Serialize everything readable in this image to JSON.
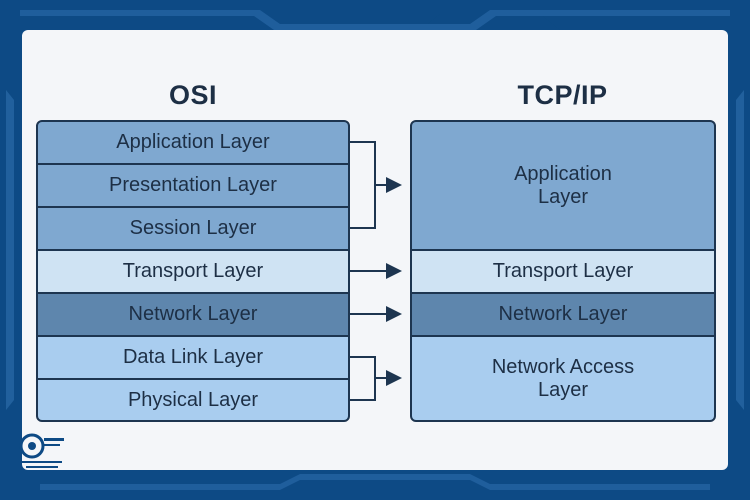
{
  "osi": {
    "title": "OSI",
    "layers": [
      {
        "label": "Application Layer",
        "color": "#7fa8d0"
      },
      {
        "label": "Presentation Layer",
        "color": "#7fa8d0"
      },
      {
        "label": "Session Layer",
        "color": "#7fa8d0"
      },
      {
        "label": "Transport Layer",
        "color": "#cfe3f3"
      },
      {
        "label": "Network Layer",
        "color": "#5e86ad"
      },
      {
        "label": "Data Link Layer",
        "color": "#a9cdef"
      },
      {
        "label": "Physical Layer",
        "color": "#a9cdef"
      }
    ]
  },
  "tcpip": {
    "title": "TCP/IP",
    "layers": [
      {
        "label": "Application Layer",
        "color": "#7fa8d0"
      },
      {
        "label": "Transport Layer",
        "color": "#cfe3f3"
      },
      {
        "label": "Network Layer",
        "color": "#5e86ad"
      },
      {
        "label": "Network Access Layer",
        "color": "#a9cdef"
      }
    ]
  },
  "colors": {
    "frame": "#0d4a85",
    "panel": "#f4f6f9",
    "border": "#1d3550",
    "text": "#1d2f45"
  }
}
